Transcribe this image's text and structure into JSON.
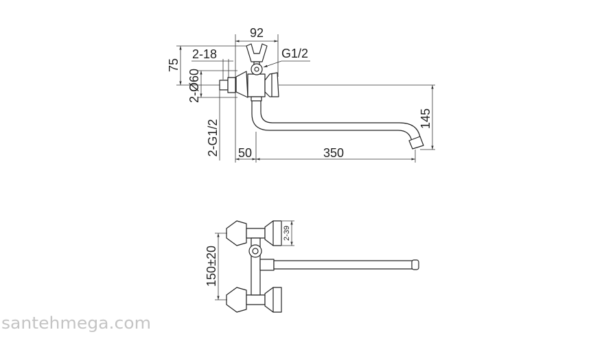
{
  "side_view": {
    "dim_holder_width": "92",
    "dim_diverter_thread": "G1/2",
    "dim_holder_height": "75",
    "dim_inlet": "2-18",
    "dim_flange": "2-Ø60",
    "dim_inlet_thread": "2-G1/2",
    "dim_spout_height": "145",
    "dim_wall_offset": "50",
    "dim_spout_reach": "350"
  },
  "top_view": {
    "dim_centers": "150±20",
    "dim_handle": "2-39"
  },
  "watermark": "santehmega.com"
}
